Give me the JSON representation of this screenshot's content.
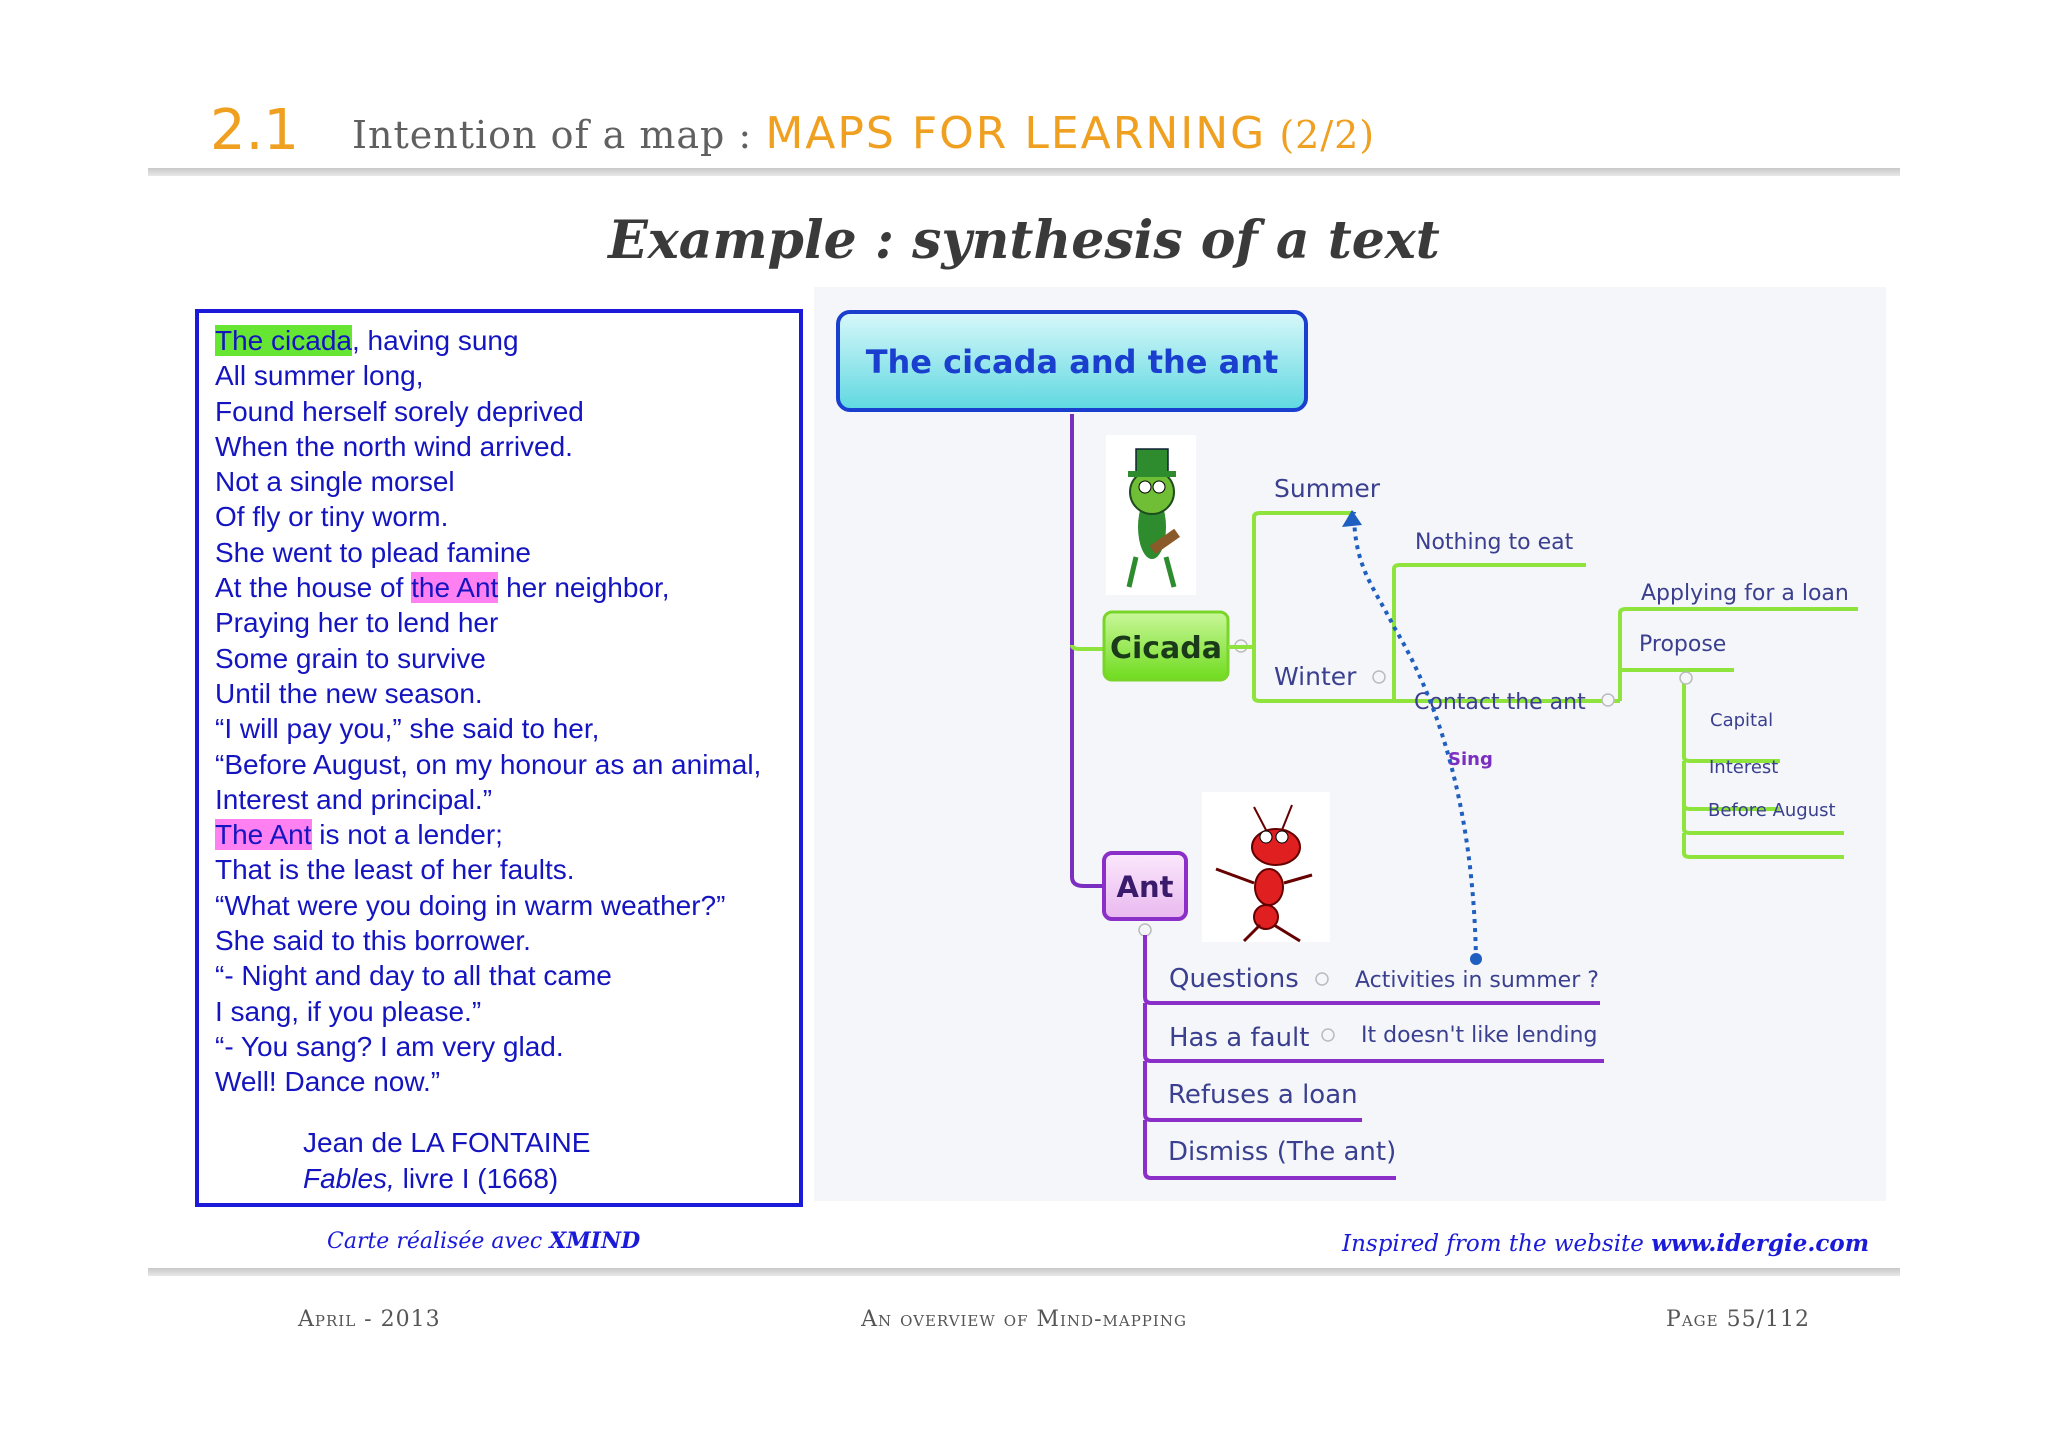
{
  "header": {
    "section_number": "2.1",
    "title_prefix": "Intention of a map :",
    "title_main": "MAPS FOR LEARNING",
    "title_part": "(2/2)"
  },
  "example_title": "Example : synthesis of a text",
  "poem": {
    "lines": [
      {
        "pre": "",
        "hl": "The cicada",
        "hl_color": "green",
        "post": ", having sung"
      },
      {
        "pre": "All summer long,",
        "hl": "",
        "post": ""
      },
      {
        "pre": "Found herself sorely deprived",
        "hl": "",
        "post": ""
      },
      {
        "pre": "When the north wind arrived.",
        "hl": "",
        "post": ""
      },
      {
        "pre": "Not a single morsel",
        "hl": "",
        "post": ""
      },
      {
        "pre": "Of fly or tiny worm.",
        "hl": "",
        "post": ""
      },
      {
        "pre": "She went to plead famine",
        "hl": "",
        "post": ""
      },
      {
        "pre": "At the house of ",
        "hl": "the Ant",
        "hl_color": "pink",
        "post": " her neighbor,"
      },
      {
        "pre": "Praying her to lend her",
        "hl": "",
        "post": ""
      },
      {
        "pre": "Some grain to survive",
        "hl": "",
        "post": ""
      },
      {
        "pre": "Until the new season.",
        "hl": "",
        "post": ""
      },
      {
        "pre": "“I will pay you,” she said to her,",
        "hl": "",
        "post": ""
      },
      {
        "pre": "“Before August, on my honour as an animal,",
        "hl": "",
        "post": ""
      },
      {
        "pre": "Interest and principal.”",
        "hl": "",
        "post": ""
      },
      {
        "pre": "",
        "hl": "The Ant",
        "hl_color": "pink",
        "post": " is not a lender;"
      },
      {
        "pre": "That is the least of her faults.",
        "hl": "",
        "post": ""
      },
      {
        "pre": "“What were you doing in warm weather?”",
        "hl": "",
        "post": ""
      },
      {
        "pre": "She said to this borrower.",
        "hl": "",
        "post": ""
      },
      {
        "pre": "“- Night and day to all that came",
        "hl": "",
        "post": ""
      },
      {
        "pre": "I sang, if you please.”",
        "hl": "",
        "post": ""
      },
      {
        "pre": "“- You sang? I am very glad.",
        "hl": "",
        "post": ""
      },
      {
        "pre": "Well! Dance now.”",
        "hl": "",
        "post": ""
      }
    ],
    "author": "Jean de LA FONTAINE",
    "source_italic": "Fables,",
    "source_rest": " livre I (1668)"
  },
  "mindmap": {
    "root": "The cicada and the ant",
    "cicada": {
      "label": "Cicada",
      "summer": "Summer",
      "winter": "Winter",
      "nothing_to_eat": "Nothing to eat",
      "contact_the_ant": "Contact the ant",
      "applying_for_a_loan": "Applying for a loan",
      "propose": "Propose",
      "capital": "Capital",
      "interest": "Interest",
      "before_august": "Before August"
    },
    "sing_label": "Sing",
    "ant": {
      "label": "Ant",
      "questions": "Questions",
      "activities_in_summer": "Activities in summer ?",
      "has_a_fault": "Has a fault",
      "doesnt_like_lending": "It doesn't like lending",
      "refuses_a_loan": "Refuses a loan",
      "dismiss": "Dismiss (The ant)"
    }
  },
  "credits": {
    "left_prefix": "Carte réalisée avec ",
    "left_app": "XMIND",
    "right_prefix": "Inspired from the website ",
    "right_site": "www.idergie.com"
  },
  "footer": {
    "date": "April - 2013",
    "title": "An overview of Mind-mapping",
    "page": "Page 55/112"
  },
  "colors": {
    "accent_orange": "#f0a020",
    "text_blue": "#1414c0",
    "branch_green": "#8ee43c",
    "branch_purple": "#8a2fc7"
  }
}
